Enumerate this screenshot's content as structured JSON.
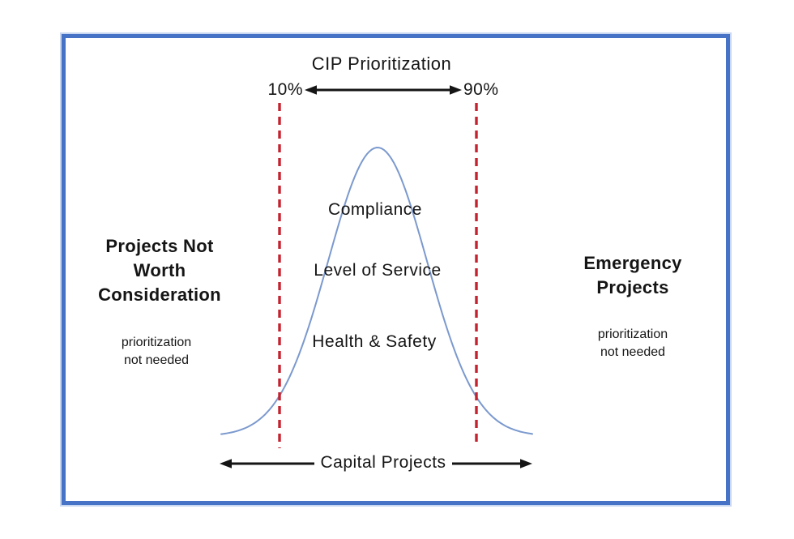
{
  "diagram": {
    "title": "CIP Prioritization",
    "range": {
      "left_percent": "10%",
      "right_percent": "90%"
    },
    "curve_labels": [
      "Compliance",
      "Level of Service",
      "Health & Safety"
    ],
    "left_note": {
      "title": "Projects Not Worth Consideration",
      "subtitle": "prioritization not needed"
    },
    "right_note": {
      "title": "Emergency Projects",
      "subtitle": "prioritization not needed"
    },
    "bottom_label": "Capital Projects",
    "colors": {
      "border": "#4673C5",
      "dash": "#C4222F",
      "curve": "#7B99CE",
      "ink": "#151515"
    }
  }
}
